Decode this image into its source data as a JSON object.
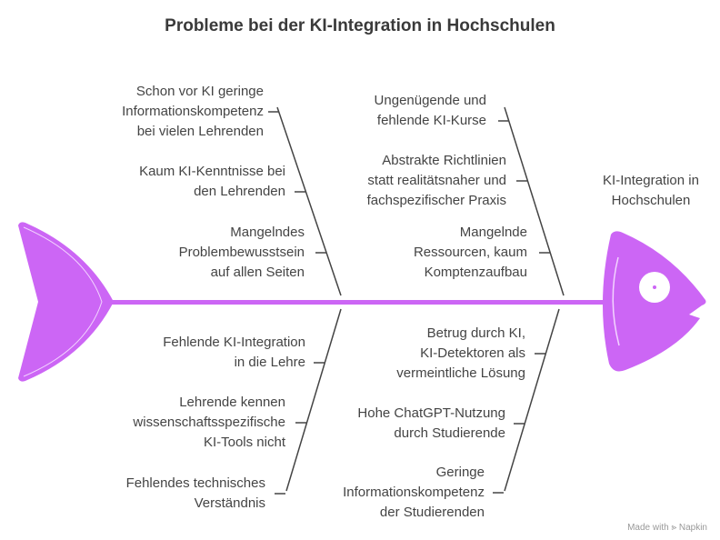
{
  "title": "Probleme bei der KI-Integration in Hochschulen",
  "effect": [
    "KI-Integration in",
    "Hochschulen"
  ],
  "colors": {
    "fish": "#cc66f5",
    "bone": "#444444"
  },
  "causes": {
    "upper_left": [
      [
        "Schon vor KI geringe",
        "Informationskompetenz",
        "bei vielen Lehrenden"
      ],
      [
        "Kaum KI-Kenntnisse bei",
        "den Lehrenden"
      ],
      [
        "Mangelndes",
        "Problembewusstsein",
        "auf allen Seiten"
      ]
    ],
    "upper_right": [
      [
        "Ungenügende und",
        "fehlende KI-Kurse"
      ],
      [
        "Abstrakte Richtlinien",
        "statt realitätsnaher und",
        "fachspezifischer Praxis"
      ],
      [
        "Mangelnde",
        "Ressourcen, kaum",
        "Komptenzaufbau"
      ]
    ],
    "lower_left": [
      [
        "Fehlende KI-Integration",
        "in die Lehre"
      ],
      [
        "Lehrende kennen",
        "wissenschaftsspezifische",
        "KI-Tools nicht"
      ],
      [
        "Fehlendes technisches",
        "Verständnis"
      ]
    ],
    "lower_right": [
      [
        "Betrug durch KI,",
        "KI-Detektoren als",
        "vermeintliche Lösung"
      ],
      [
        "Hohe ChatGPT-Nutzung",
        "durch Studierende"
      ],
      [
        "Geringe",
        "Informationskompetenz",
        "der Studierenden"
      ]
    ]
  },
  "watermark": "Made with ⪢ Napkin"
}
